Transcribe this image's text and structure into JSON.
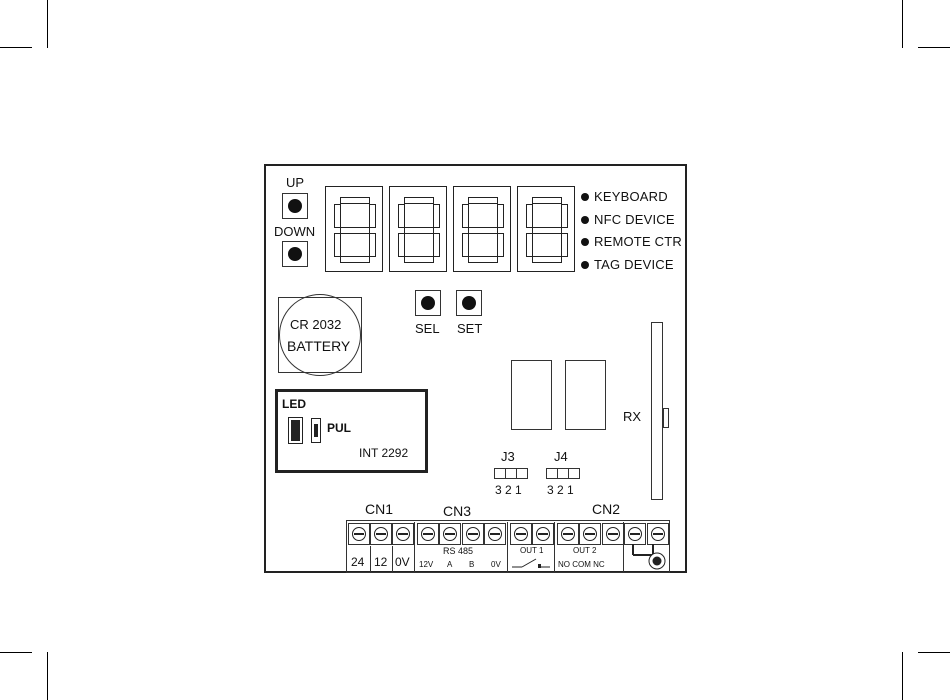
{
  "controls": {
    "up_label": "UP",
    "down_label": "DOWN",
    "sel_label": "SEL",
    "set_label": "SET"
  },
  "indicators": [
    "KEYBOARD",
    "NFC DEVICE",
    "REMOTE CTR",
    "TAG DEVICE"
  ],
  "battery": {
    "line1": "CR 2032",
    "line2": "BATTERY"
  },
  "led_box": {
    "led_label": "LED",
    "pul_label": "PUL",
    "model": "INT 2292"
  },
  "rx_label": "RX",
  "jumpers": {
    "j3": {
      "label": "J3",
      "pins": "3 2 1"
    },
    "j4": {
      "label": "J4",
      "pins": "3 2 1"
    }
  },
  "connectors": {
    "cn1": "CN1",
    "cn3": "CN3",
    "cn2": "CN2",
    "cn1_pins": [
      "24",
      "12",
      "0V"
    ],
    "rs485_label": "RS 485",
    "cn3_pins": [
      "12V",
      "A",
      "B",
      "0V"
    ],
    "out1_label": "OUT 1",
    "out2_label": "OUT 2",
    "out2_pins": "NO COM NC"
  }
}
